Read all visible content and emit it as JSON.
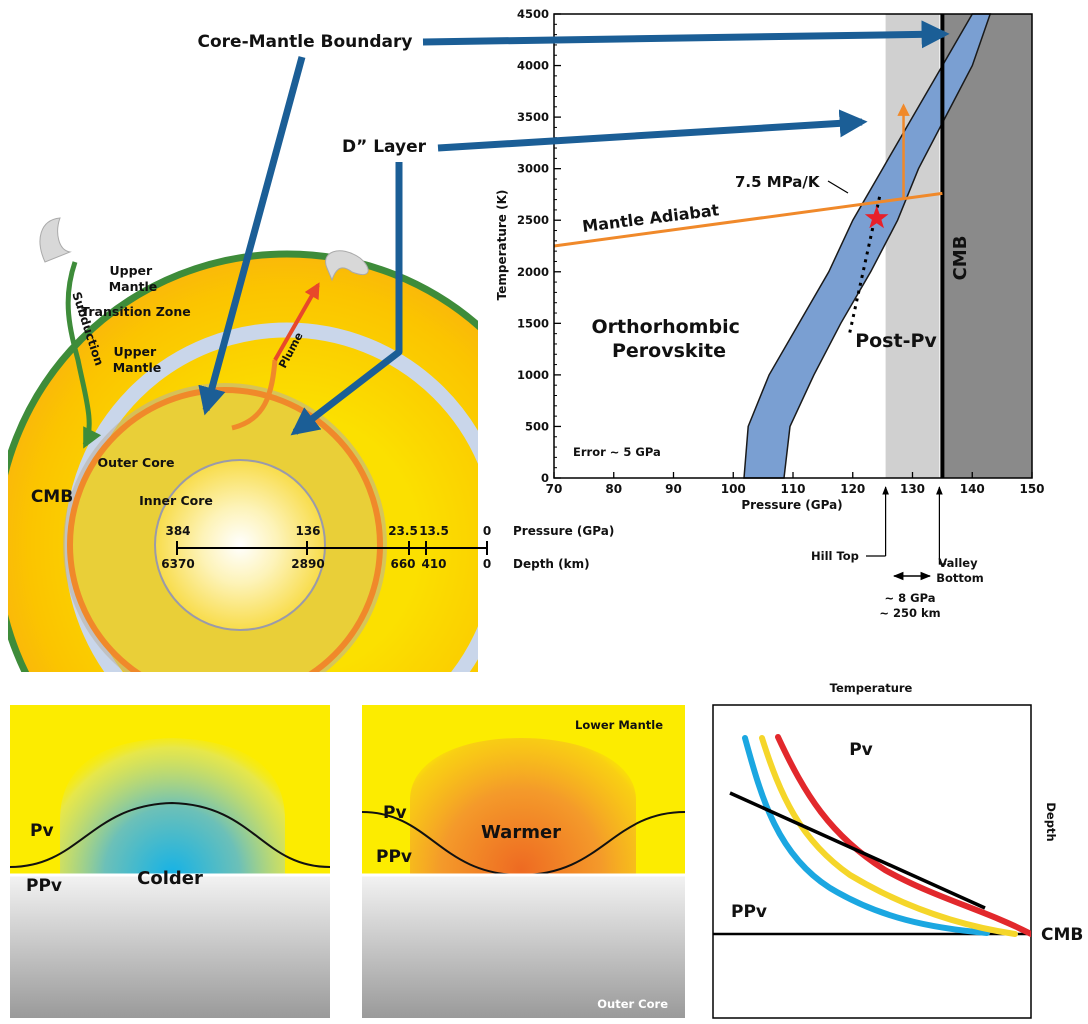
{
  "callouts": {
    "core_mantle_boundary": "Core-Mantle Boundary",
    "d_layer": "D” Layer"
  },
  "earth": {
    "upper_mantle_1": [
      "Upper",
      "Mantle"
    ],
    "transition_zone": "Transition Zone",
    "upper_mantle_2": [
      "Upper",
      "Mantle"
    ],
    "subduction": "Subduction",
    "plume": "Plume",
    "outer_core": "Outer Core",
    "inner_core": "Inner Core",
    "cmb": "CMB",
    "pressure_values": [
      "384",
      "136",
      "23.5",
      "13.5",
      "0"
    ],
    "depth_values": [
      "6370",
      "2890",
      "660",
      "410",
      "0"
    ],
    "pressure_label": "Pressure (GPa)",
    "depth_label": "Depth (km)",
    "scale_points": [
      {
        "pressure": "384",
        "depth": "6370"
      },
      {
        "pressure": "136",
        "depth": "2890"
      },
      {
        "pressure": "23.5",
        "depth": "660"
      },
      {
        "pressure": "13.5",
        "depth": "410"
      },
      {
        "pressure": "0",
        "depth": "0"
      }
    ]
  },
  "chart_data": {
    "type": "line",
    "xlabel": "Pressure (GPa)",
    "ylabel": "Temperature (K)",
    "xlim": [
      70,
      150
    ],
    "ylim": [
      0,
      4500
    ],
    "x_ticks": [
      70,
      80,
      90,
      100,
      110,
      120,
      130,
      140,
      150
    ],
    "y_ticks": [
      0,
      500,
      1000,
      1500,
      2000,
      2500,
      3000,
      3500,
      4000,
      4500
    ],
    "regions": {
      "perovskite": [
        "Orthorhombic",
        "Perovskite"
      ],
      "post_pv": "Post-Pv",
      "cmb": "CMB"
    },
    "labels": {
      "slope": "7.5 MPa/K",
      "adiabat": "Mantle Adiabat",
      "error": "Error ~ 5 GPa",
      "hill_top": "Hill Top",
      "valley_bottom": [
        "Valley",
        "Bottom"
      ],
      "width_gpa": "~ 8 GPa",
      "width_km": "~ 250 km"
    },
    "phase_band_left": [
      {
        "x": 101.8,
        "y": 0
      },
      {
        "x": 102.5,
        "y": 500
      },
      {
        "x": 106,
        "y": 1000
      },
      {
        "x": 111,
        "y": 1500
      },
      {
        "x": 116,
        "y": 2000
      },
      {
        "x": 120,
        "y": 2500
      },
      {
        "x": 125,
        "y": 3000
      },
      {
        "x": 130,
        "y": 3500
      },
      {
        "x": 135,
        "y": 4000
      },
      {
        "x": 140,
        "y": 4500
      }
    ],
    "phase_band_right": [
      {
        "x": 108.5,
        "y": 0
      },
      {
        "x": 109.5,
        "y": 500
      },
      {
        "x": 113.5,
        "y": 1000
      },
      {
        "x": 118,
        "y": 1500
      },
      {
        "x": 123,
        "y": 2000
      },
      {
        "x": 127.5,
        "y": 2500
      },
      {
        "x": 131,
        "y": 3000
      },
      {
        "x": 135.5,
        "y": 3500
      },
      {
        "x": 140,
        "y": 4000
      },
      {
        "x": 143,
        "y": 4500
      }
    ],
    "adiabat_points": [
      {
        "x": 70,
        "y": 2250
      },
      {
        "x": 135,
        "y": 2760
      }
    ],
    "extrapolation_points": [
      {
        "x": 119.5,
        "y": 1410
      },
      {
        "x": 124.5,
        "y": 2730
      }
    ],
    "star": {
      "x": 124,
      "y": 2520
    },
    "post_pv_region": {
      "x0": 125.5,
      "x1": 134.5
    },
    "cmb_line_x": 135,
    "outer_core_region": {
      "x0": 135,
      "x1": 150
    },
    "hill_top_x": 125.5,
    "valley_bottom_x": 134.5
  },
  "panels": {
    "colder": {
      "pv": "Pv",
      "ppv": "PPv",
      "label": "Colder"
    },
    "warmer": {
      "lower_mantle": "Lower Mantle",
      "pv": "Pv",
      "ppv": "PPv",
      "label": "Warmer",
      "outer_core": "Outer Core"
    }
  },
  "schematic": {
    "temperature": "Temperature",
    "depth": "Depth",
    "pv": "Pv",
    "ppv": "PPv",
    "cmb": "CMB",
    "colors": {
      "cold": "#1ba7e1",
      "mid": "#f5d62a",
      "hot": "#e2282c",
      "adiabat": "#000000"
    }
  },
  "colors": {
    "arrow_blue": "#1b5e96",
    "band_blue": "#7a9fd2",
    "adiabat_orange": "#f0892a",
    "star_red": "#e8202a",
    "post_pv_gray": "#d0d0d0",
    "core_gray": "#8a8a8a",
    "slab_green": "#3e8c3a",
    "panel_yellow": "#fcec00"
  }
}
